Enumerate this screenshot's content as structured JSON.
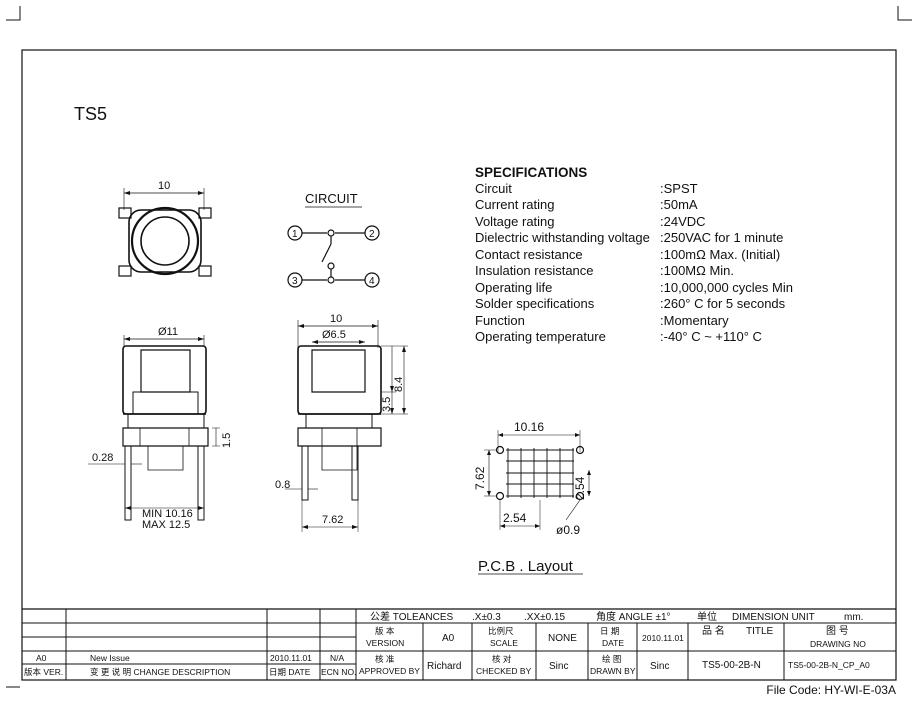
{
  "drawing": {
    "model": "TS5",
    "circuit_title": "CIRCUIT",
    "circuit_pins": [
      "1",
      "2",
      "3",
      "4"
    ],
    "pcb_title": "P.C.B . Layout"
  },
  "specs": {
    "heading": "SPECIFICATIONS",
    "rows": [
      {
        "label": "Circuit",
        "value": ":SPST"
      },
      {
        "label": "Current rating",
        "value": ":50mA"
      },
      {
        "label": "Voltage rating",
        "value": ":24VDC"
      },
      {
        "label": "Dielectric withstanding voltage",
        "value": ":250VAC for 1 minute"
      },
      {
        "label": "Contact resistance",
        "value": ":100mΩ  Max. (Initial)"
      },
      {
        "label": "Insulation resistance",
        "value": ":100MΩ  Min."
      },
      {
        "label": "Operating life",
        "value": ":10,000,000 cycles Min"
      },
      {
        "label": "Solder specifications",
        "value": ":260° C for 5 seconds"
      },
      {
        "label": "Function",
        "value": ":Momentary"
      },
      {
        "label": "Operating temperature",
        "value": ":-40° C ~ +110° C"
      }
    ]
  },
  "dims": {
    "top_width": "10",
    "front_dia": "Ø11",
    "side_width": "10",
    "side_dia": "Ø6.5",
    "h_total": "8.4",
    "h_body": "3.5",
    "h_pin": "1.5",
    "pin_thk": "0.28",
    "min_label": "MIN 10.16",
    "max_label": "MAX 12.5",
    "side_pin": "0.8",
    "side_span": "7.62",
    "pcb_w": "10.16",
    "pcb_h": "7.62",
    "pcb_x": "2.54",
    "pcb_y": "2.54",
    "pcb_hole": "ø0.9"
  },
  "title_block": {
    "tolerances_label": "公差 TOLEANCES",
    "tol_x": ".X±0.3",
    "tol_xx": ".XX±0.15",
    "angle": "角度 ANGLE ±1°",
    "unit_label": "单位",
    "unit_value": "DIMENSION UNIT",
    "unit_mm": "mm.",
    "version_cn": "版 本",
    "version_en": "VERSION",
    "version_val": "A0",
    "scale_cn": "比例尺",
    "scale_en": "SCALE",
    "scale_val": "NONE",
    "date_cn": "日 期",
    "date_en": "DATE",
    "date_val": "2010.11.01",
    "title_cn": "品 名",
    "title_en": "TITLE",
    "drawing_no_cn": "图 号",
    "drawing_no_en": "DRAWING NO",
    "approved_cn": "核 准",
    "approved_en": "APPROVED BY",
    "approved_val": "Richard",
    "checked_cn": "核 对",
    "checked_en": "CHECKED BY",
    "checked_val": "Sinc",
    "drawn_cn": "绘 图",
    "drawn_en": "DRAWN BY",
    "drawn_val": "Sinc",
    "title_val": "TS5-00-2B-N",
    "drawing_no_val": "TS5-00-2B-N_CP_A0",
    "rev_ver": "A0",
    "rev_desc": "New Issue",
    "rev_date": "2010.11.01",
    "rev_ecn": "N/A",
    "h_ver": "版本 VER.",
    "h_desc": "变 更 说 明   CHANGE DESCRIPTION",
    "h_date": "日期 DATE",
    "h_ecn": "ECN NO."
  },
  "file_code": "File Code: HY-WI-E-03A"
}
